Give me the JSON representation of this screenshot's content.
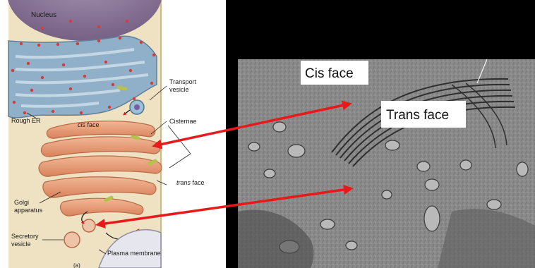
{
  "diagram": {
    "labels": {
      "nucleus": "Nucleus",
      "transport_vesicle_1": "Transport",
      "transport_vesicle_2": "vesicle",
      "cisternae": "Cisternae",
      "rough_er": "Rough ER",
      "cis_face": "cis",
      "cis_face_suffix": " face",
      "trans_face": "trans",
      "trans_face_suffix": " face",
      "golgi_1": "Golgi",
      "golgi_2": "apparatus",
      "secretory_1": "Secretory",
      "secretory_2": "vesicle",
      "plasma_membrane": "Plasma membrane",
      "panel_letter": "(a)"
    },
    "colors": {
      "cytoplasm": "#efe2c2",
      "er": "#8fb0c8",
      "golgi": "#e8a07a",
      "arrow": "#e8191a"
    }
  },
  "micrograph": {
    "cis_label": "Cis face",
    "trans_label": "Trans face"
  }
}
